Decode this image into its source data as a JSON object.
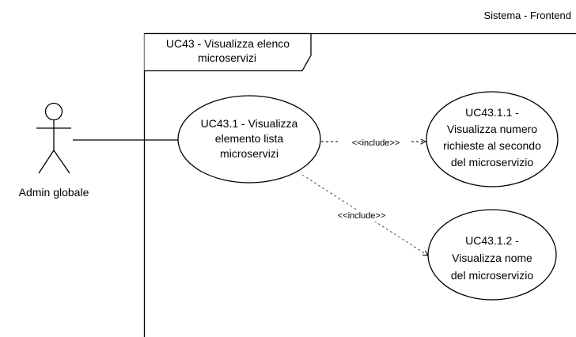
{
  "system": {
    "name": "Sistema - Frontend"
  },
  "frame": {
    "title_line1": "UC43 - Visualizza elenco",
    "title_line2": "microservizi"
  },
  "actor": {
    "label": "Admin globale"
  },
  "use_cases": {
    "main": {
      "line1": "UC43.1 - Visualizza",
      "line2": "elemento lista",
      "line3": "microservizi"
    },
    "uc1": {
      "line1": "UC43.1.1 -",
      "line2": "Visualizza numero",
      "line3": "richieste al secondo",
      "line4": "del microservizio"
    },
    "uc2": {
      "line1": "UC43.1.2 -",
      "line2": "Visualizza nome",
      "line3": "del microservizio"
    }
  },
  "relations": {
    "include1": "<<include>>",
    "include2": "<<include>>"
  },
  "colors": {
    "stroke": "#000000",
    "background": "#ffffff",
    "dashed": "#555555"
  }
}
